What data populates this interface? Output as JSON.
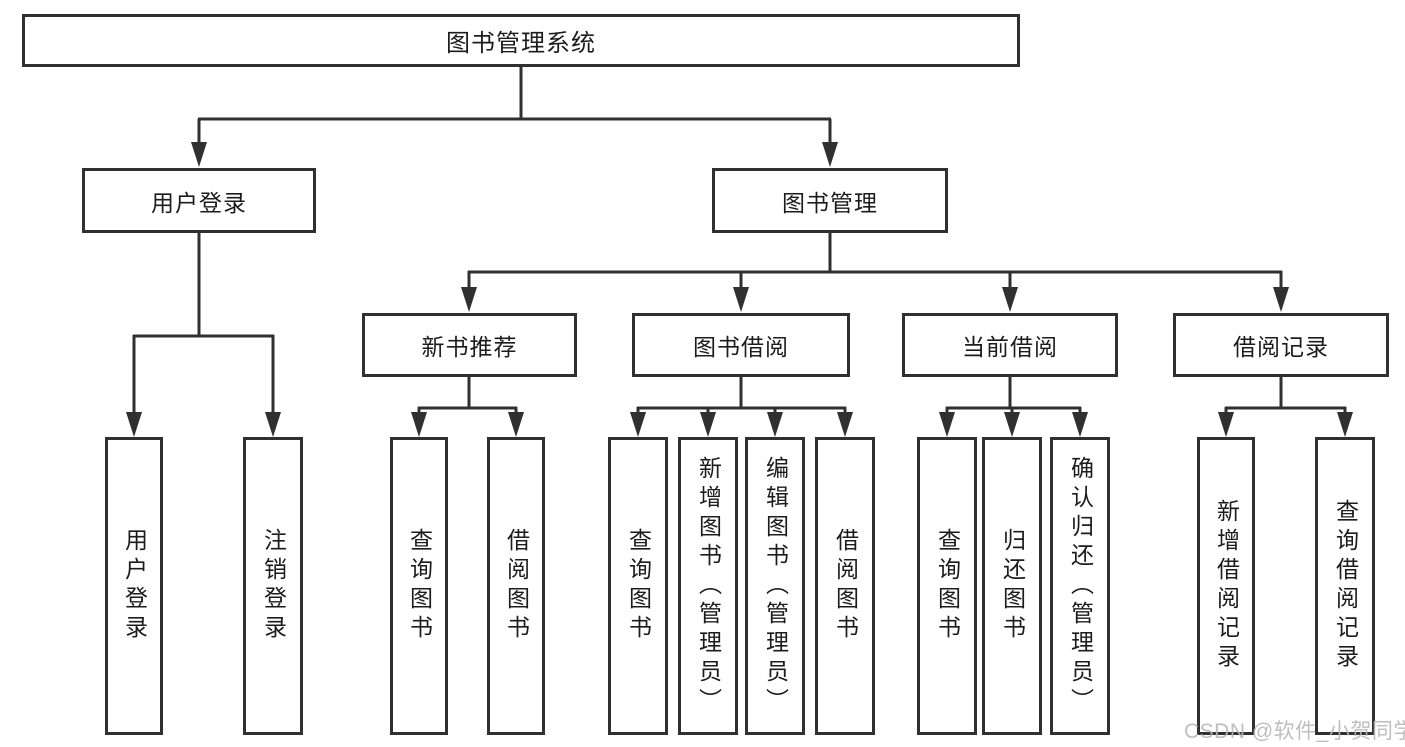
{
  "diagram_title": "图书管理系统",
  "tree": {
    "root": {
      "label": "图书管理系统",
      "children": [
        {
          "label": "用户登录",
          "children": [
            {
              "label": "用户登录"
            },
            {
              "label": "注销登录"
            }
          ]
        },
        {
          "label": "图书管理",
          "children": [
            {
              "label": "新书推荐",
              "children": [
                {
                  "label": "查询图书"
                },
                {
                  "label": "借阅图书"
                }
              ]
            },
            {
              "label": "图书借阅",
              "children": [
                {
                  "label": "查询图书"
                },
                {
                  "label": "新增图书（管理员）"
                },
                {
                  "label": "编辑图书（管理员）"
                },
                {
                  "label": "借阅图书"
                }
              ]
            },
            {
              "label": "当前借阅",
              "children": [
                {
                  "label": "查询图书"
                },
                {
                  "label": "归还图书"
                },
                {
                  "label": "确认归还（管理员）"
                }
              ]
            },
            {
              "label": "借阅记录",
              "children": [
                {
                  "label": "新增借阅记录"
                },
                {
                  "label": "查询借阅记录"
                }
              ]
            }
          ]
        }
      ]
    }
  },
  "watermark": "CSDN @软件_小贺同学",
  "colors": {
    "line": "#303030",
    "text": "#1c1c1c",
    "watermark": "#b8b8b8",
    "background": "#ffffff"
  }
}
